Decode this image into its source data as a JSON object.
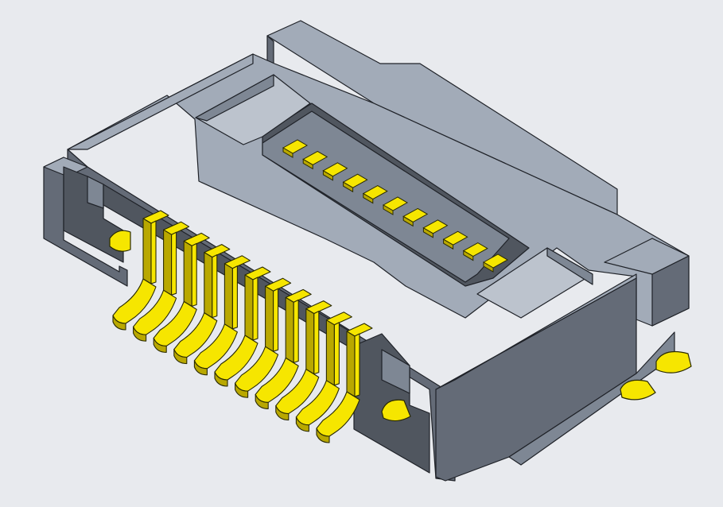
{
  "scene": {
    "subject": "connector-3d-model",
    "background_color": "#e8eaee",
    "housing_colors": {
      "top": "#a2abb8",
      "front": "#646b77",
      "side": "#7e8794",
      "dark": "#50565f",
      "light": "#bcc3cd"
    },
    "contact_colors": {
      "face": "#f6e600",
      "shade": "#b9a800",
      "edge": "#2a2a00"
    },
    "front_contact_count": 11,
    "rear_contact_count": 11
  }
}
